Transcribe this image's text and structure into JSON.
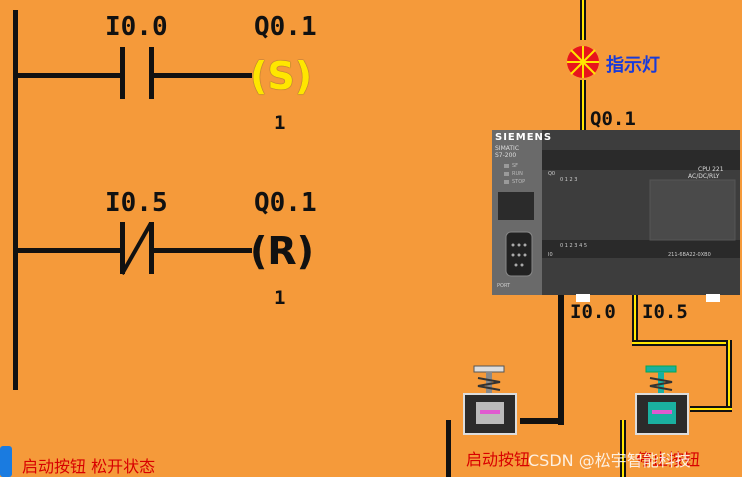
{
  "rung1": {
    "contact_addr": "I0.0",
    "coil_addr": "Q0.1",
    "coil_symbol": "(S)",
    "coil_count": "1"
  },
  "rung2": {
    "contact_addr": "I0.5",
    "coil_addr": "Q0.1",
    "coil_symbol": "(R)",
    "coil_count": "1"
  },
  "indicator": {
    "label": "指示灯",
    "output": "Q0.1"
  },
  "plc": {
    "brand": "SIEMENS",
    "line1": "SIMATIC",
    "line2": "S7-200",
    "leds": [
      "SF",
      "RUN",
      "STOP"
    ],
    "cpu1": "CPU 221",
    "cpu2": "AC/DC/RLY",
    "port": "PORT",
    "model": "211-6BA22-0XB0",
    "out_nums": "0  1  2  3",
    "in_nums": "0  1  2  3  4  5",
    "q_mark": "Q0",
    "i_mark": "I0"
  },
  "inputs": {
    "start_addr": "I0.0",
    "stop_addr": "I0.5",
    "start_label": "启动按钮",
    "stop_label": "停止按钮"
  },
  "caption": "启动按钮  松开状态",
  "watermark": "CSDN @松宇智能科技",
  "colors": {
    "background": "#f59a3a",
    "ink": "#111111",
    "accent_red": "#d80000",
    "coil_yellow": "#ffe600"
  }
}
